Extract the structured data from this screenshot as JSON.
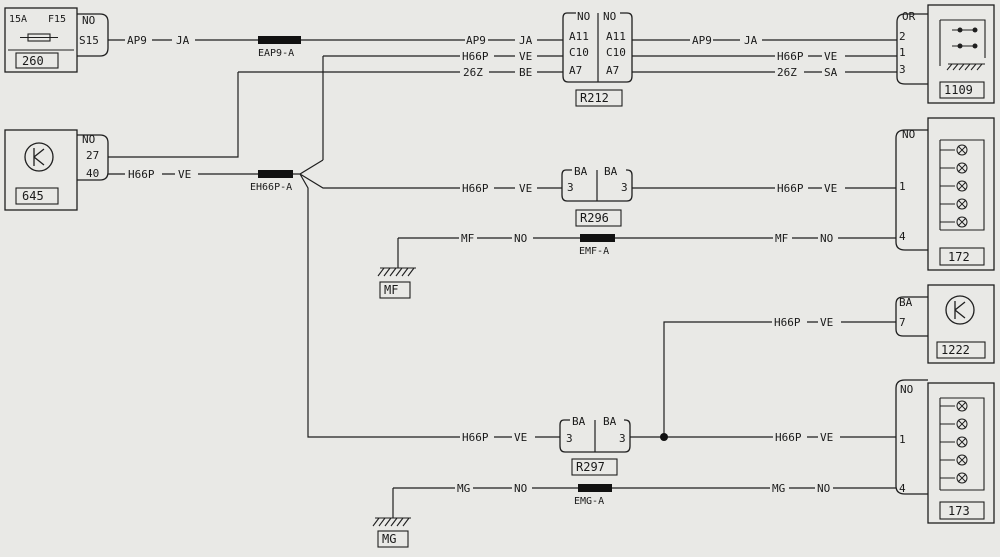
{
  "components": {
    "c260": {
      "id": "260",
      "fuse_amp": "15A",
      "fuse_ref": "F15",
      "conn": "NO",
      "pin": "S15"
    },
    "c645": {
      "id": "645",
      "conn": "NO",
      "pin_a": "27",
      "pin_b": "40"
    },
    "r212": {
      "id": "R212",
      "left_conn": "NO",
      "right_conn": "NO",
      "pins": [
        "A11",
        "C10",
        "A7"
      ]
    },
    "c1109": {
      "id": "1109",
      "conn": "OR",
      "pins": [
        "2",
        "1",
        "3"
      ]
    },
    "r296": {
      "id": "R296",
      "left_conn": "BA",
      "right_conn": "BA",
      "pin_left": "3",
      "pin_right": "3"
    },
    "c172": {
      "id": "172",
      "conn": "NO",
      "pin_a": "1",
      "pin_b": "4"
    },
    "mf": {
      "id": "MF"
    },
    "c1222": {
      "id": "1222",
      "conn": "BA",
      "pin": "7"
    },
    "r297": {
      "id": "R297",
      "left_conn": "BA",
      "right_conn": "BA",
      "pin_left": "3",
      "pin_right": "3"
    },
    "c173": {
      "id": "173",
      "conn": "NO",
      "pin_a": "1",
      "pin_b": "4"
    },
    "mg": {
      "id": "MG"
    }
  },
  "wires": {
    "ap9_left": {
      "code": "AP9",
      "color": "JA"
    },
    "ap9_mid": {
      "code": "AP9",
      "color": "JA"
    },
    "h66p_top": {
      "code": "H66P",
      "color": "VE"
    },
    "z26_top": {
      "code": "26Z",
      "color": "BE"
    },
    "ap9_right": {
      "code": "AP9",
      "color": "JA"
    },
    "h66p_right": {
      "code": "H66P",
      "color": "VE"
    },
    "z26_right": {
      "code": "26Z",
      "color": "SA"
    },
    "h66p_645": {
      "code": "H66P",
      "color": "VE"
    },
    "h66p_r296_l": {
      "code": "H66P",
      "color": "VE"
    },
    "h66p_r296_r": {
      "code": "H66P",
      "color": "VE"
    },
    "mf_left": {
      "code": "MF",
      "color": "NO"
    },
    "mf_right": {
      "code": "MF",
      "color": "NO"
    },
    "h66p_1222": {
      "code": "H66P",
      "color": "VE"
    },
    "h66p_r297_l": {
      "code": "H66P",
      "color": "VE"
    },
    "h66p_r297_r": {
      "code": "H66P",
      "color": "VE"
    },
    "mg_left": {
      "code": "MG",
      "color": "NO"
    },
    "mg_right": {
      "code": "MG",
      "color": "NO"
    }
  },
  "splices": {
    "eap9": "EAP9-A",
    "eh66p": "EH66P-A",
    "emf": "EMF-A",
    "emg": "EMG-A"
  }
}
